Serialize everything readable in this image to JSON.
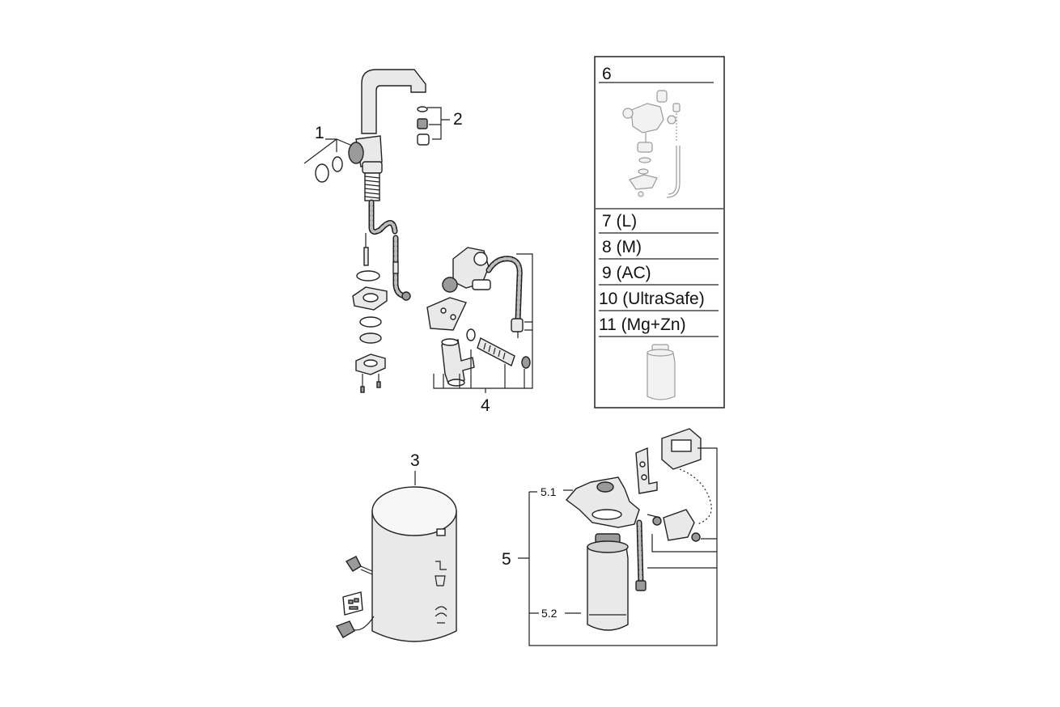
{
  "labels": {
    "part_1": "1",
    "part_2": "2",
    "part_3": "3",
    "part_4": "4",
    "part_5": "5",
    "part_5_1": "5.1",
    "part_5_2": "5.2",
    "part_6": "6"
  },
  "filter_options": [
    "7 (L)",
    "8 (M)",
    "9 (AC)",
    "10 (UltraSafe)",
    "11 (Mg+Zn)"
  ],
  "colors": {
    "line": "#222222",
    "shading": "#e9e9e9",
    "ghost": "#9a9a9a",
    "background": "#ffffff"
  }
}
